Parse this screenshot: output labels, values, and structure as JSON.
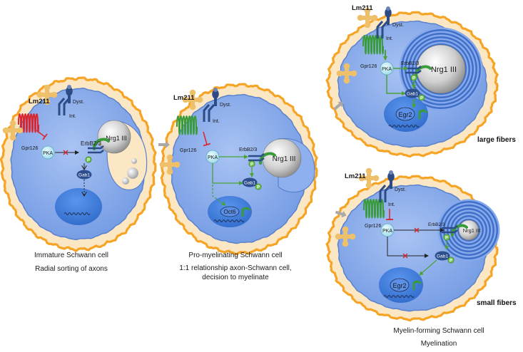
{
  "labels": {
    "lm211": "Lm211",
    "dyst": "Dyst.",
    "int": "Int.",
    "gpr126": "Gpr126",
    "pka": "PKA",
    "erbb": "ErbB2/3",
    "nrg1": "Nrg1 III",
    "gab1": "Gab1",
    "p": "P",
    "oct6": "Oct6",
    "egr2": "Egr2"
  },
  "captions": {
    "immature_title": "Immature Schwann cell",
    "immature_sub": "Radial sorting of axons",
    "promyel_title": "Pro-myelinating Schwann cell",
    "promyel_sub1": "1:1 relationship axon-Schwann cell,",
    "promyel_sub2": "decision to myelinate",
    "myelin_title": "Myelin-forming Schwann cell",
    "myelin_sub": "Myelination",
    "large": "large fibers",
    "small": "small fibers"
  },
  "colors": {
    "membrane": "#f6a425",
    "cytoplasm": "#fbe7c4",
    "cell": "#7fa6ea",
    "nucleus": "#3b79d9",
    "receptor_blue": "#2d4c86",
    "gpr126_red": "#d9262f",
    "gpr126_green": "#3a9b3a",
    "signal_green": "#4aa236",
    "inhibit_red": "#d9262f",
    "arrow_gray": "#a8a8a8"
  }
}
